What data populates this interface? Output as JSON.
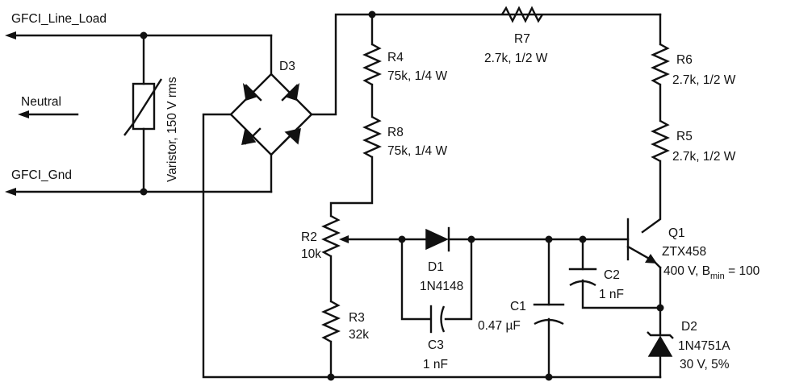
{
  "terminals": {
    "line_load": "GFCI_Line_Load",
    "neutral": "Neutral",
    "gnd": "GFCI_Gnd"
  },
  "components": {
    "varistor": {
      "label": "Varistor, 150 V rms"
    },
    "d3": {
      "name": "D3"
    },
    "r4": {
      "name": "R4",
      "value": "75k, 1/4 W"
    },
    "r8": {
      "name": "R8",
      "value": "75k, 1/4 W"
    },
    "r7": {
      "name": "R7",
      "value": "2.7k, 1/2 W"
    },
    "r6": {
      "name": "R6",
      "value": "2.7k, 1/2 W"
    },
    "r5": {
      "name": "R5",
      "value": "2.7k, 1/2 W"
    },
    "r2": {
      "name": "R2",
      "value": "10k"
    },
    "r3": {
      "name": "R3",
      "value": "32k"
    },
    "d1": {
      "name": "D1",
      "value": "1N4148"
    },
    "c3": {
      "name": "C3",
      "value": "1 nF"
    },
    "c1": {
      "name": "C1",
      "value": "0.47 µF"
    },
    "c2": {
      "name": "C2",
      "value": "1 nF"
    },
    "q1": {
      "name": "Q1",
      "part": "ZTX458",
      "spec_prefix": "400 V, B",
      "spec_sub": "min",
      "spec_suffix": " = 100"
    },
    "d2": {
      "name": "D2",
      "value": "1N4751A",
      "rating": "30 V, 5%"
    }
  }
}
